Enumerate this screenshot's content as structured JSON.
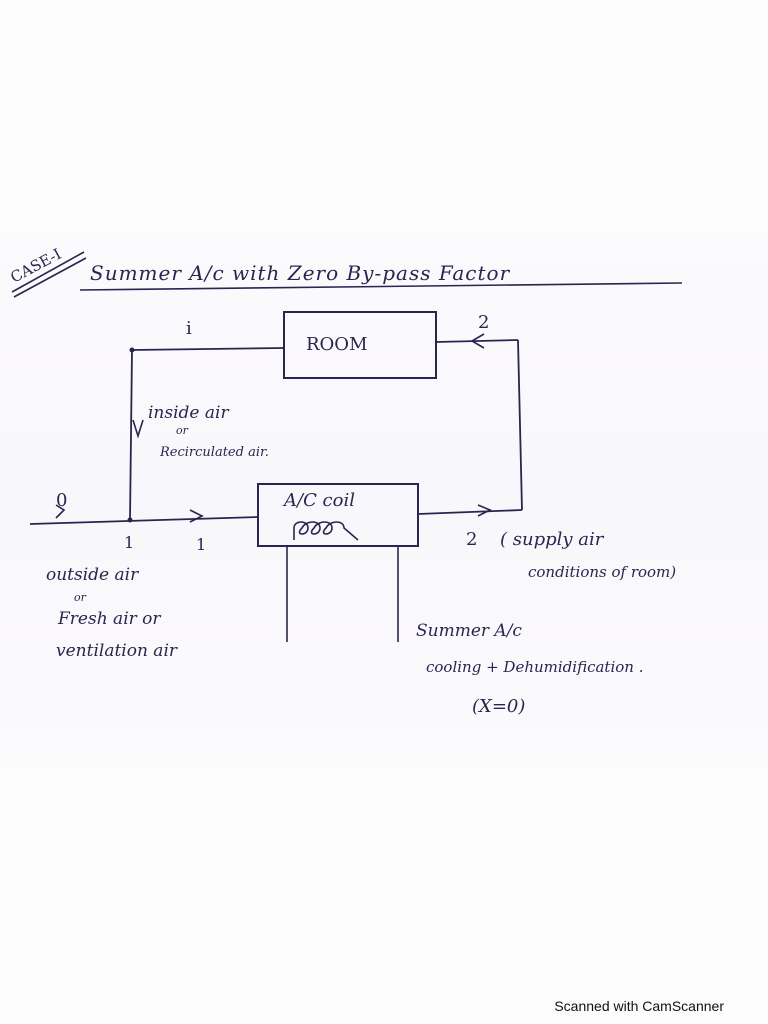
{
  "header": {
    "case_label": "CASE-I",
    "title": "Summer A/c with Zero By-pass Factor"
  },
  "diagram": {
    "room_label": "ROOM",
    "coil_label": "A/C coil",
    "points": {
      "i": "i",
      "room_supply": "2",
      "outside": "0",
      "mix_point": "1",
      "coil_inlet": "1",
      "coil_outlet": "2"
    },
    "recirculated_note": {
      "line1": "inside air",
      "line2": "or",
      "line3": "Recirculated air."
    },
    "outside_note": {
      "line1": "outside air",
      "line2": "or",
      "line3": "Fresh air or",
      "line4": "ventilation air"
    },
    "supply_note": {
      "line1": "( supply air",
      "line2": "conditions of room)"
    },
    "summer_note": {
      "line1": "Summer A/c",
      "line2": "cooling + Dehumidification .",
      "line3": "(X=0)"
    }
  },
  "footer": {
    "scanner_text": "Scanned with CamScanner"
  },
  "colors": {
    "ink": "#2a2550",
    "paper": "#fdfcfd"
  }
}
